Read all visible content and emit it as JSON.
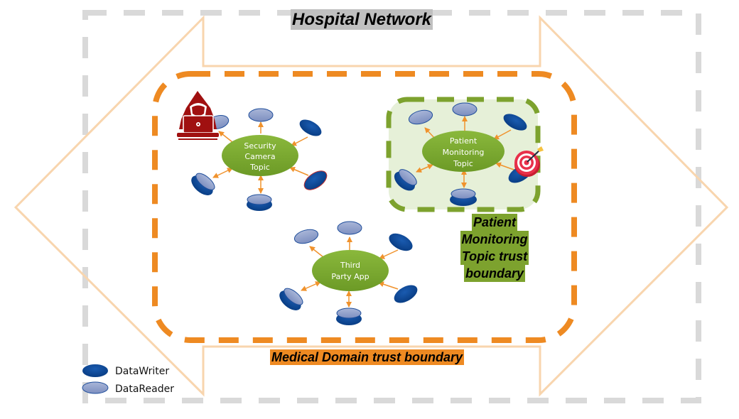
{
  "title": "Hospital Network",
  "boundaries": {
    "hospital_network": "Hospital Network",
    "medical_domain": "Medical Domain trust boundary",
    "patient_monitoring": [
      "Patient",
      "Monitoring",
      "Topic trust",
      "boundary"
    ]
  },
  "topics": [
    {
      "id": "security-camera",
      "lines": [
        "Security",
        "Camera",
        "Topic"
      ],
      "threat_icon": "hacker-icon"
    },
    {
      "id": "patient-monitoring",
      "lines": [
        "Patient",
        "Monitoring",
        "Topic"
      ],
      "threat_icon": "target-icon"
    },
    {
      "id": "third-party-app",
      "lines": [
        "Third",
        "Party App"
      ]
    }
  ],
  "legend": [
    {
      "label": "DataWriter",
      "icon": "datawriter-icon"
    },
    {
      "label": "DataReader",
      "icon": "datareader-icon"
    }
  ],
  "colors": {
    "hospital_boundary": "#d9d9d9",
    "double_arrow": "#f8d5ae",
    "medical_boundary": "#ee8a22",
    "patient_boundary": "#7da22e",
    "patient_fill": "#e6f0d8",
    "topic_fill": "#7aab30",
    "datawriter": "#0b4a9b",
    "datareader": "#8c9ec9",
    "hacker": "#a01010",
    "arrow": "#f0922c"
  }
}
